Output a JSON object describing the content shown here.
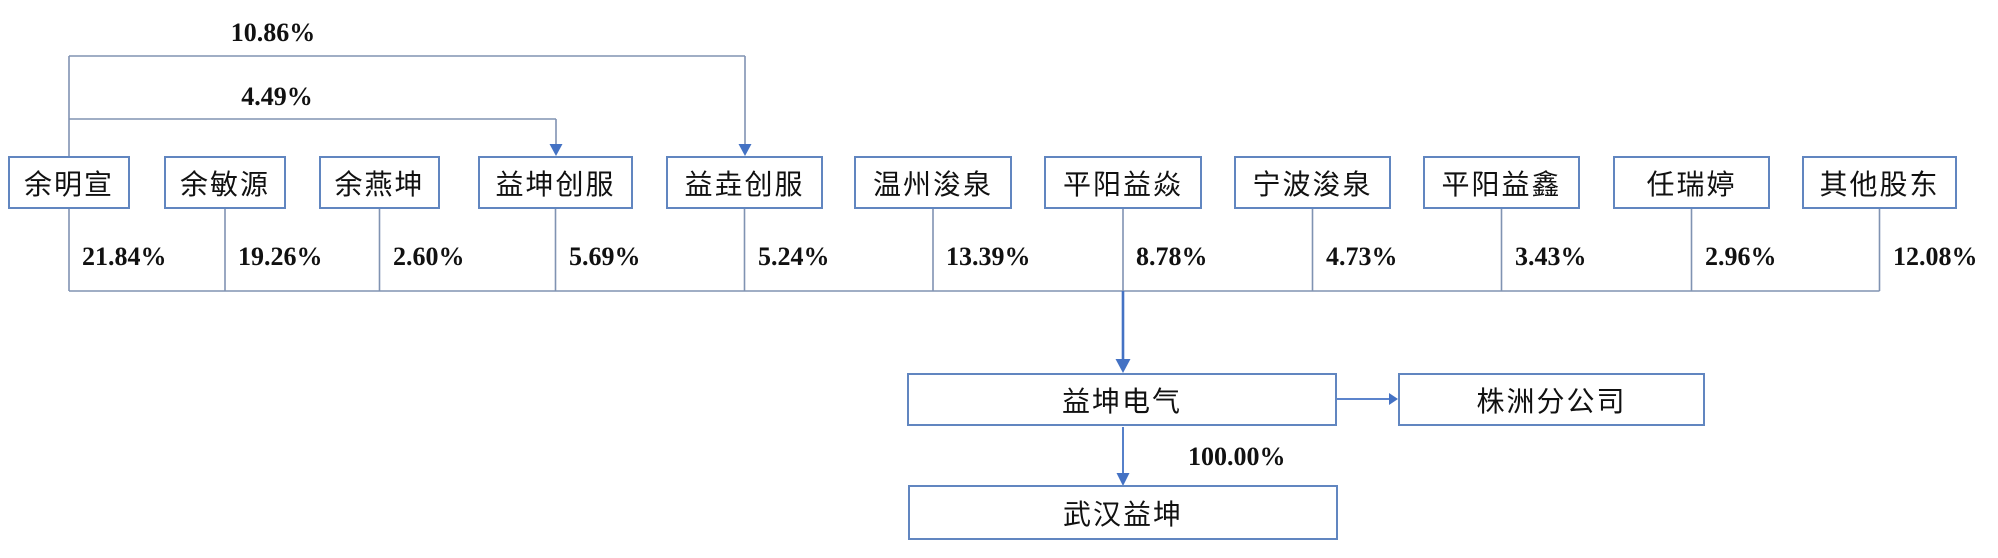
{
  "colors": {
    "box_border": "#6186c0",
    "connector": "#8093b2",
    "arrow": "#4472c4",
    "text_color": "#111111",
    "bg": "#ffffff"
  },
  "shareholders": [
    {
      "name": "余明宣",
      "pct": "21.84%"
    },
    {
      "name": "余敏源",
      "pct": "19.26%"
    },
    {
      "name": "余燕坤",
      "pct": "2.60%"
    },
    {
      "name": "益坤创服",
      "pct": "5.69%"
    },
    {
      "name": "益垚创服",
      "pct": "5.24%"
    },
    {
      "name": "温州浚泉",
      "pct": "13.39%"
    },
    {
      "name": "平阳益焱",
      "pct": "8.78%"
    },
    {
      "name": "宁波浚泉",
      "pct": "4.73%"
    },
    {
      "name": "平阳益鑫",
      "pct": "3.43%"
    },
    {
      "name": "任瑞婷",
      "pct": "2.96%"
    },
    {
      "name": "其他股东",
      "pct": "12.08%"
    }
  ],
  "cross_holdings": [
    {
      "from": "余明宣",
      "to": "益垚创服",
      "pct": "10.86%"
    },
    {
      "from": "余明宣",
      "to": "益坤创服",
      "pct": "4.49%"
    }
  ],
  "company": {
    "name": "益坤电气"
  },
  "branch": {
    "name": "株洲分公司"
  },
  "subsidiary": {
    "name": "武汉益坤",
    "pct": "100.00%"
  }
}
